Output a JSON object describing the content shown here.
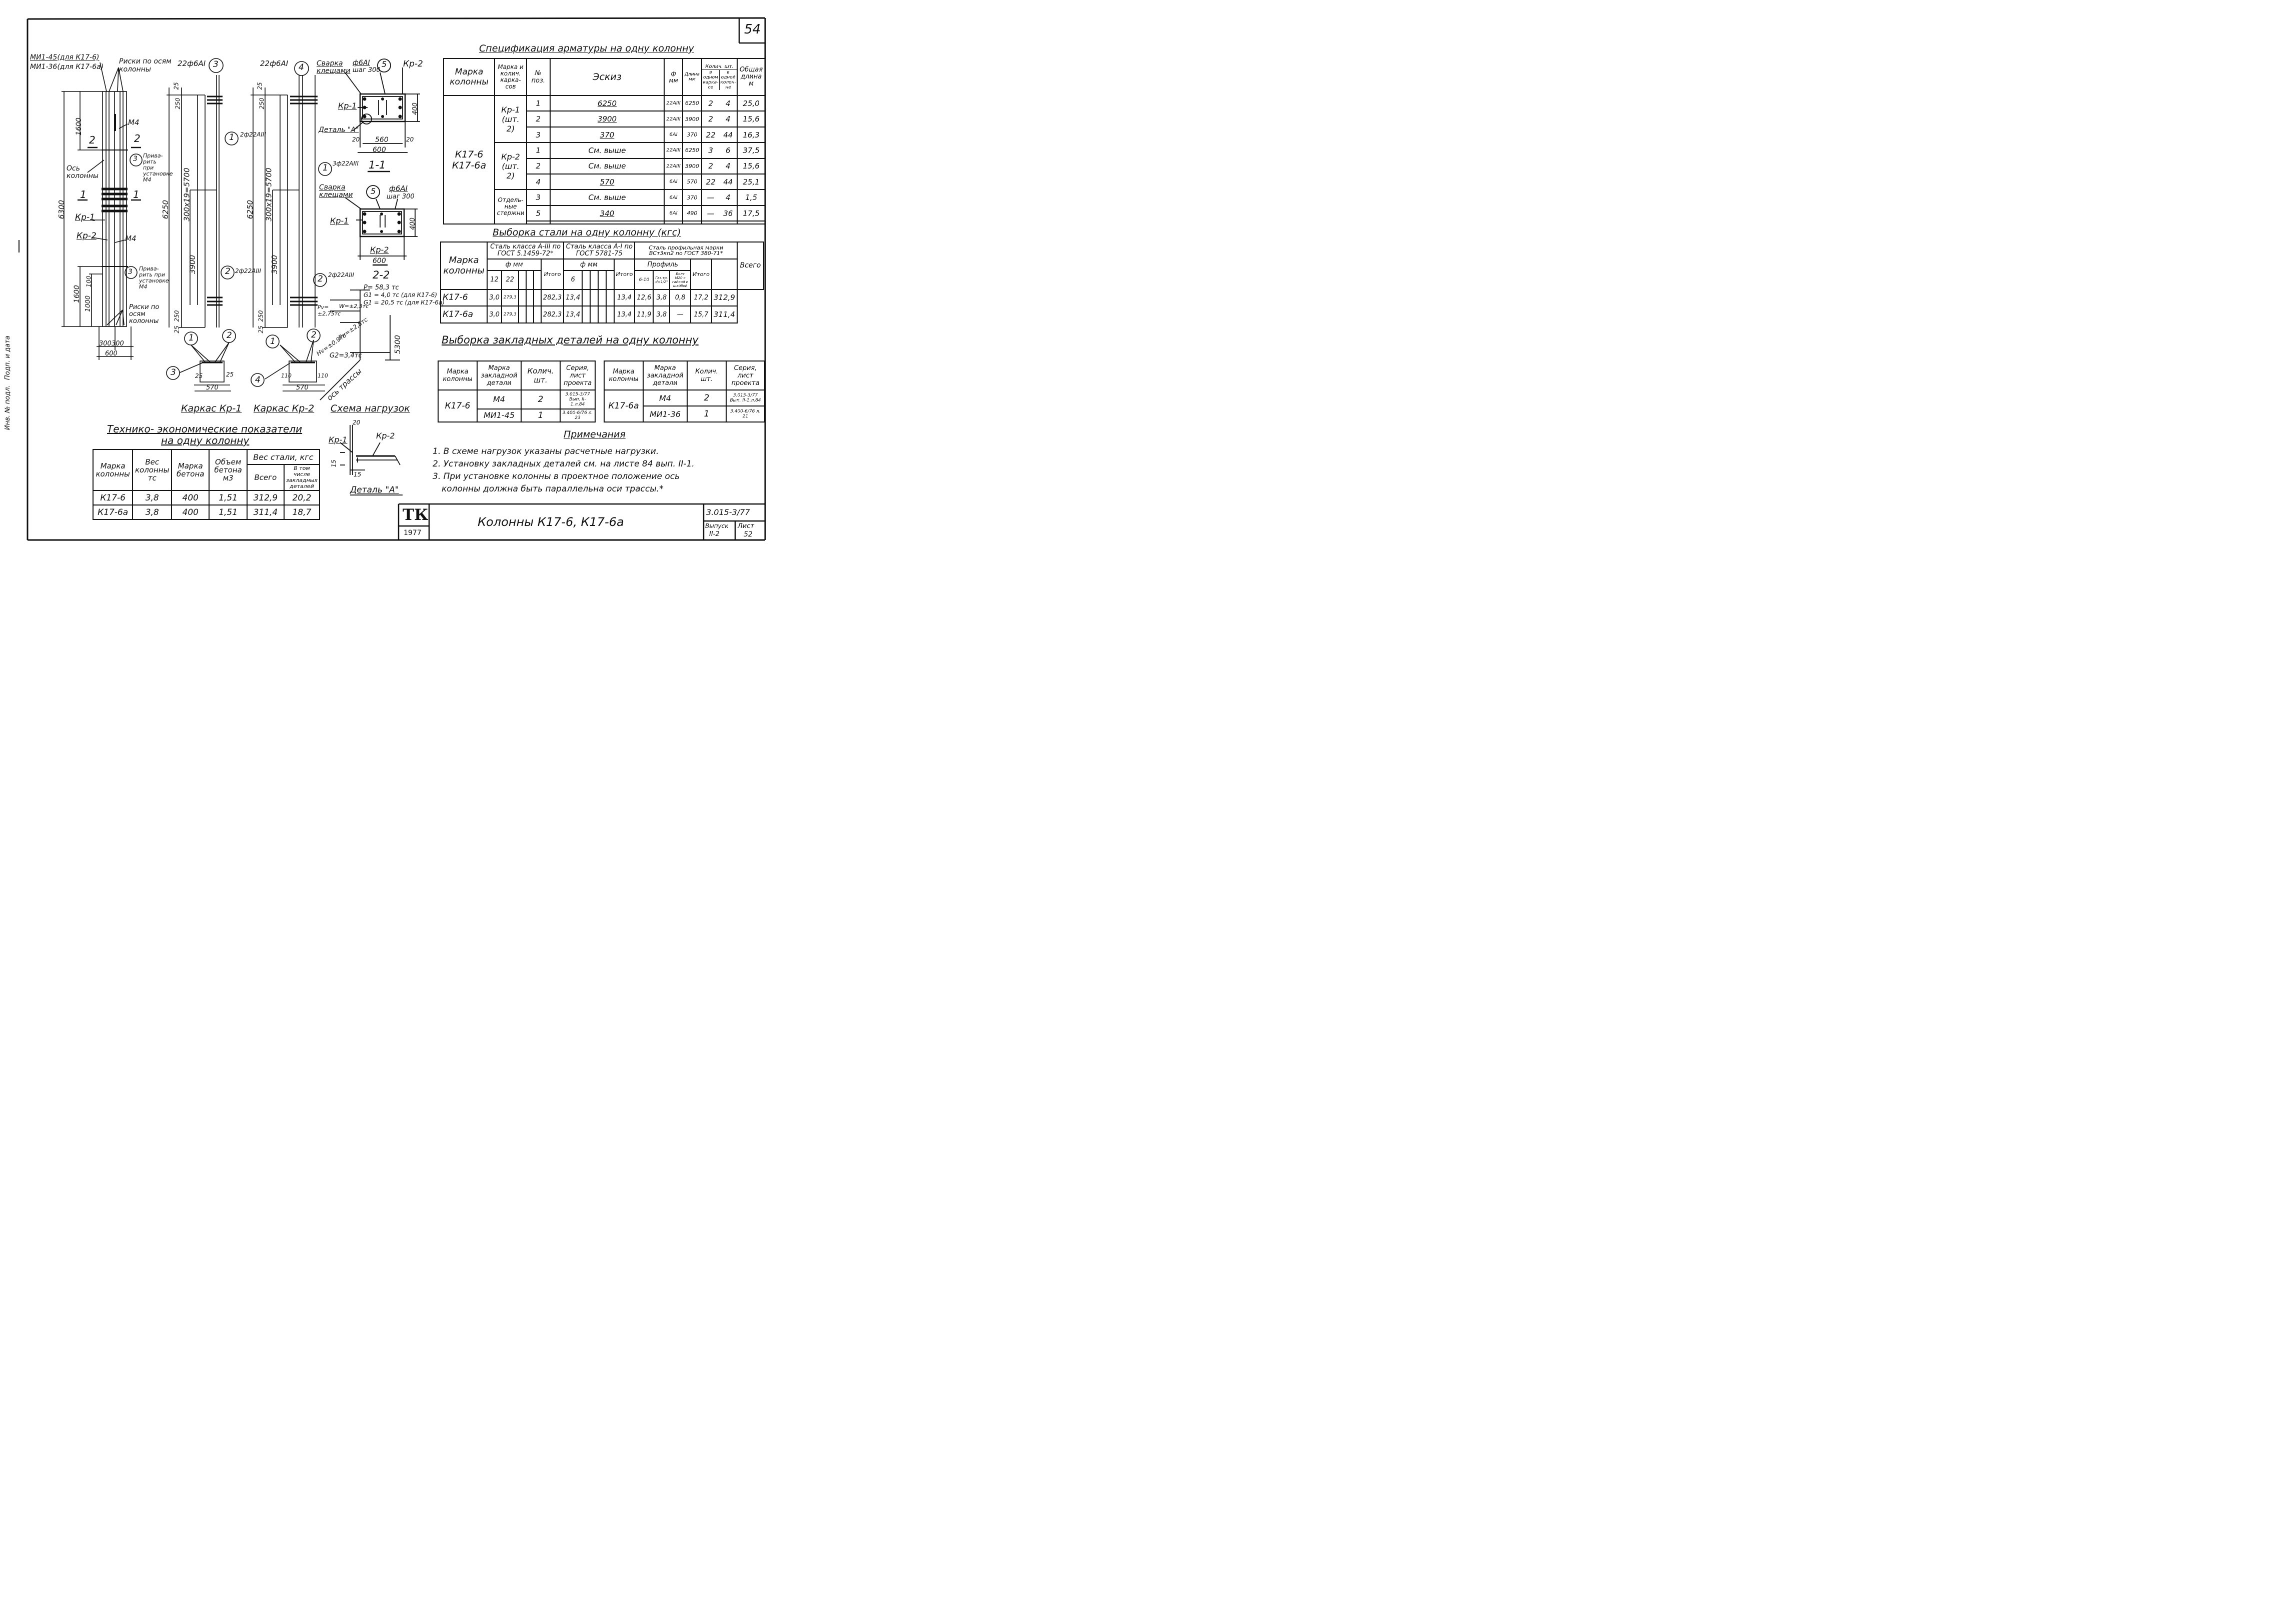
{
  "sheet_number": "54",
  "left_stamps": [
    "Инв. № подл.",
    "Подп. и дата"
  ],
  "drawings": {
    "frame_kp1": {
      "caption": "Каркас Кр-1",
      "embed_top_a": "МИ1-45(для К17-6)",
      "embed_top_b": "МИ1-36(для К17-6а)",
      "risks_top": "Риски по осям колонны",
      "risks_bottom": "Риски по осям колонны",
      "axis_label": "Ось колонны",
      "m4_top": "М4",
      "m4_mid": "М4",
      "weld_top": "Прива- рить при установке М4",
      "weld_bottom": "Прива- рить при установке М4",
      "kp1": "Кр-1",
      "kp2": "Кр-2",
      "sec2": "2",
      "sec1": "1",
      "dims": {
        "d1600_top": "1600",
        "d6300": "6300",
        "d1600_bot": "1600",
        "d1000": "1000",
        "d100": "100",
        "d300a": "300",
        "d300b": "300",
        "d600": "600",
        "d25a": "25",
        "d25b": "25",
        "d570": "570"
      },
      "section_marks": [
        "1",
        "2",
        "3"
      ]
    },
    "frame_kp2": {
      "caption": "Каркас Кр-2",
      "top_rebar_1": "22ф6АI",
      "top_rebar_2": "22ф6АI",
      "marks": {
        "m3": "3",
        "m4": "4",
        "m1a": "1",
        "m1b": "1",
        "m2a": "2",
        "m2b": "2",
        "m1c": "1",
        "m2c": "2",
        "m4b": "4"
      },
      "rebar_1": "2ф22АIII",
      "rebar_2": "3ф22АIII",
      "rebar_3": "2ф22АIII",
      "rebar_4": "2ф22АIII",
      "dims": {
        "d25": "25",
        "d250": "250",
        "d6250": "6250",
        "d300x19": "300х19=5700",
        "d3900": "3900",
        "d250b": "250",
        "d25b": "25",
        "d110a": "110",
        "d110b": "110",
        "d570": "570"
      }
    },
    "section_11": {
      "title": "1-1",
      "weld": "Сварка клещами",
      "rebar": "ф6АI",
      "step": "шаг 300",
      "mark": "5",
      "kp1": "Кр-1",
      "kp2": "Кр-2",
      "detail": "Деталь \"А\"",
      "dims": {
        "d20a": "20",
        "d560": "560",
        "d20b": "20",
        "d600": "600",
        "d400": "400"
      }
    },
    "section_22": {
      "title": "2-2",
      "weld": "Сварка клещами",
      "rebar": "ф6АI",
      "step": "шаг 300",
      "mark": "5",
      "kp1": "Кр-1",
      "kp2": "Кр-2",
      "dims": {
        "d600": "600",
        "d400": "400"
      }
    },
    "loads": {
      "caption": "Схема нагрузок",
      "p": "P= 58,3 тс",
      "g1a": "G1 = 4,0 тс (для К17-6)",
      "g1b": "G1 = 20,5 тс (для К17-6а)",
      "pv": "Pv= ±2,75тс",
      "w": "W=±2,3тс",
      "ph": "Pн=±2,8тс",
      "hv": "Hv=±0,9тс",
      "g2": "G2=3,4тс",
      "d5300": "5300",
      "axis": "ось трассы"
    },
    "detail_a": {
      "caption": "Деталь \"А\"",
      "kp1": "Кр-1",
      "kp2": "Кр-2",
      "d20": "20",
      "d15a": "15",
      "d15b": "15"
    }
  },
  "tables": {
    "spec": {
      "title": "Спецификация арматуры на одну колонну",
      "headers": [
        "Марка колонны",
        "Марка и колич. карка- сов",
        "№ поз.",
        "Эскиз",
        "ф мм",
        "Длина мм",
        "Колич. шт.",
        "в одном карка- се",
        "в одной колон- не",
        "Общая длина м"
      ],
      "column_mark": "К17-6 К17-6а",
      "groups": [
        "Кр-1 (шт. 2)",
        "Кр-2 (шт. 2)",
        "Отдель- ные стержни"
      ],
      "rows": [
        [
          "1",
          "6250",
          "22АIII",
          "6250",
          "2",
          "4",
          "25,0"
        ],
        [
          "2",
          "3900",
          "22АIII",
          "3900",
          "2",
          "4",
          "15,6"
        ],
        [
          "3",
          "370",
          "6АI",
          "370",
          "22",
          "44",
          "16,3"
        ],
        [
          "1",
          "См. выше",
          "22АIII",
          "6250",
          "3",
          "6",
          "37,5"
        ],
        [
          "2",
          "См. выше",
          "22АIII",
          "3900",
          "2",
          "4",
          "15,6"
        ],
        [
          "4",
          "570",
          "6АI",
          "570",
          "22",
          "44",
          "25,1"
        ],
        [
          "3",
          "См. выше",
          "6АI",
          "370",
          "—",
          "4",
          "1,5"
        ],
        [
          "5",
          "340",
          "6АI",
          "490",
          "—",
          "36",
          "17,5"
        ]
      ]
    },
    "steel": {
      "title": "Выборка стали на одну колонну (кгс)",
      "h_mark": "Марка колонны",
      "h_a3": "Сталь класса А-III по ГОСТ 5.1459-72*",
      "h_a1": "Сталь класса А-I по ГОСТ 5781-75",
      "h_prof": "Сталь профильная марки ВСт3кп2 по ГОСТ 380-71*",
      "h_fmm1": "ф мм",
      "h_fmm2": "ф мм",
      "h_profile": "Профиль",
      "h_itogo": "Итого",
      "h_vsego": "Всего",
      "sub": [
        "12",
        "22",
        "Итого",
        "6",
        "Итого",
        "6-10",
        "Газ.тр. d=1/2\"",
        "Болт М20 с гайкой и шайбой",
        "Итого"
      ],
      "rows": [
        [
          "К17-6",
          "3,0",
          "279,3",
          "282,3",
          "13,4",
          "13,4",
          "12,6",
          "3,8",
          "0,8",
          "17,2",
          "312,9"
        ],
        [
          "К17-6а",
          "3,0",
          "279,3",
          "282,3",
          "13,4",
          "13,4",
          "11,9",
          "3,8",
          "—",
          "15,7",
          "311,4"
        ]
      ]
    },
    "embed": {
      "title": "Выборка закладных деталей на одну колонну",
      "headers": [
        "Марка колонны",
        "Марка закладной детали",
        "Колич. шт.",
        "Серия, лист проекта"
      ],
      "left_col": "К17-6",
      "left_rows": [
        [
          "М4",
          "2",
          "3.015-3/77 Вып. II-1.л.84"
        ],
        [
          "МИ1-45",
          "1",
          "3.400-6/76 л. 23"
        ]
      ],
      "right_col": "К17-6а",
      "right_rows": [
        [
          "М4",
          "2",
          "3.015-3/77 Вып. II-1.л.84"
        ],
        [
          "МИ1-36",
          "1",
          "3.400-6/76 л. 21"
        ]
      ]
    },
    "tep": {
      "title1": "Технико- экономические показатели",
      "title2": "на одну колонну",
      "headers": [
        "Марка колонны",
        "Вес колонны тс",
        "Марка бетона",
        "Объем бетона м3",
        "Вес стали, кгс",
        "Всего",
        "В том числе закладных деталей"
      ],
      "rows": [
        [
          "К17-6",
          "3,8",
          "400",
          "1,51",
          "312,9",
          "20,2"
        ],
        [
          "К17-6а",
          "3,8",
          "400",
          "1,51",
          "311,4",
          "18,7"
        ]
      ]
    }
  },
  "notes": {
    "title": "Примечания",
    "items": [
      "1. В схеме нагрузок указаны расчетные нагрузки.",
      "2. Установку закладных деталей см. на листе 84 вып. II-1.",
      "3. При установке колонны в проектное положение ось",
      "колонны должна быть параллельна оси трассы.*"
    ]
  },
  "title_block": {
    "org": "ТК",
    "year": "1977",
    "title": "Колонны К17-6, К17-6а",
    "series": "3.015-3/77",
    "issue_label": "Выпуск",
    "issue": "II-2",
    "sheet_label": "Лист",
    "sheet": "52"
  }
}
